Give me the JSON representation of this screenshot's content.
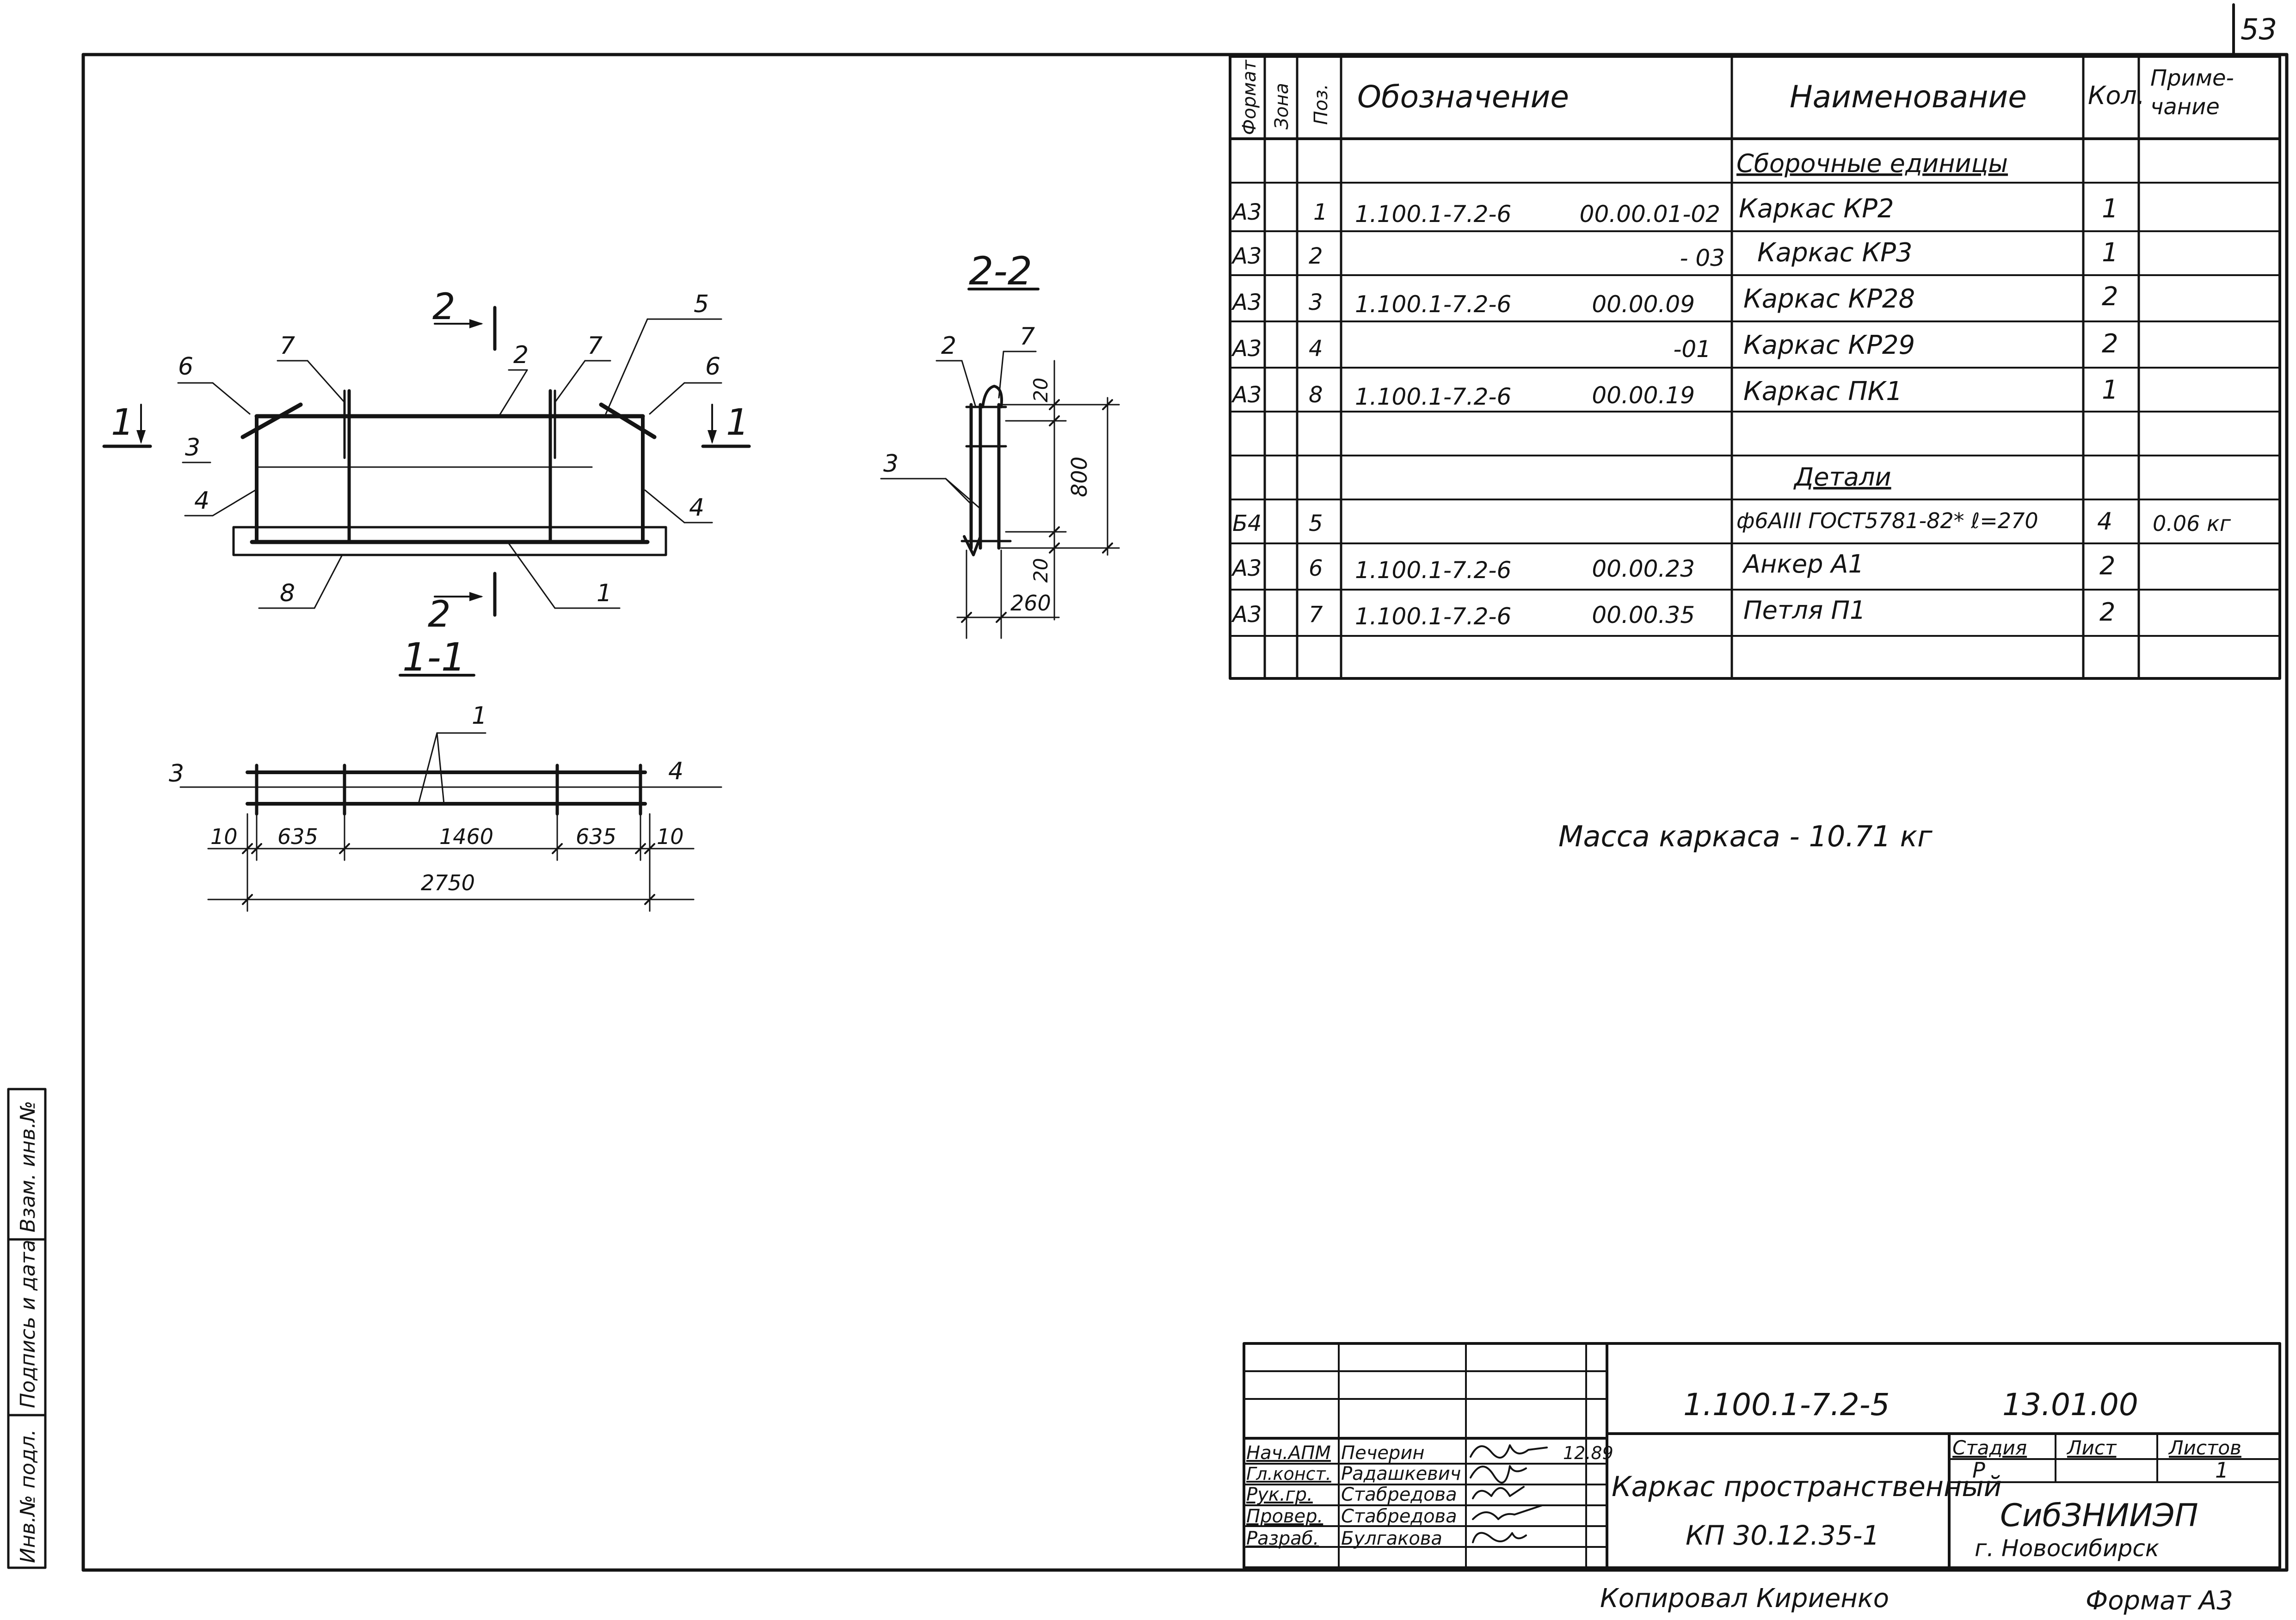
{
  "sheet": {
    "sheet_no": "53",
    "copied_by": "Копировал  Кириенко",
    "format_note": "Формат  А3"
  },
  "left_stamp": {
    "inv_podl": "Инв.№ подл.",
    "sign_date": "Подпись и дата",
    "vzam_inv": "Взам. инв.№"
  },
  "spec_table": {
    "headers": {
      "format": "Формат",
      "zone": "Зона",
      "pos": "Поз.",
      "designation": "Обозначение",
      "name": "Наименование",
      "qty": "Кол.",
      "note": "Приме-\nчание"
    },
    "sections": {
      "assembly": "Сборочные единицы",
      "details": "Детали"
    },
    "rows": [
      {
        "format": "А3",
        "pos": "1",
        "doc": "1.100.1-7.2-6",
        "code": "00.00.01-02",
        "name": "Каркас КР2",
        "qty": "1",
        "note": ""
      },
      {
        "format": "А3",
        "pos": "2",
        "doc": "",
        "code": "- 03",
        "name": "Каркас КР3",
        "qty": "1",
        "note": ""
      },
      {
        "format": "А3",
        "pos": "3",
        "doc": "1.100.1-7.2-6",
        "code": "00.00.09",
        "name": "Каркас КР28",
        "qty": "2",
        "note": ""
      },
      {
        "format": "А3",
        "pos": "4",
        "doc": "",
        "code": "-01",
        "name": "Каркас КР29",
        "qty": "2",
        "note": ""
      },
      {
        "format": "А3",
        "pos": "8",
        "doc": "1.100.1-7.2-6",
        "code": "00.00.19",
        "name": "Каркас ПК1",
        "qty": "1",
        "note": ""
      },
      {
        "format": "Б4",
        "pos": "5",
        "doc": "",
        "code": "",
        "name": "ф6АIII ГОСТ5781-82*  ℓ=270",
        "qty": "4",
        "note": "0.06 кг"
      },
      {
        "format": "А3",
        "pos": "6",
        "doc": "1.100.1-7.2-6",
        "code": "00.00.23",
        "name": "Анкер А1",
        "qty": "2",
        "note": ""
      },
      {
        "format": "А3",
        "pos": "7",
        "doc": "1.100.1-7.2-6",
        "code": "00.00.35",
        "name": "Петля П1",
        "qty": "2",
        "note": ""
      }
    ]
  },
  "mass_note": "Масса  каркаса  - 10.71 кг",
  "views": {
    "plan": {
      "labels": {
        "p6l": "6",
        "p7l": "7",
        "p2": "2",
        "p7r": "7",
        "p5": "5",
        "p6r": "6",
        "p3": "3",
        "p4l": "4",
        "p4r": "4",
        "p8": "8",
        "p1": "1"
      },
      "cut_11_left": "1",
      "cut_11_right": "1",
      "cut_22_top": "2",
      "cut_22_bottom": "2"
    },
    "section_11": {
      "title": "1-1",
      "labels": {
        "p1": "1",
        "p3": "3",
        "p4": "4"
      },
      "dims_top": [
        "10",
        "635",
        "1460",
        "635",
        "10"
      ],
      "dim_total": "2750"
    },
    "section_22": {
      "title": "2-2",
      "labels": {
        "p2": "2",
        "p7": "7",
        "p3": "3"
      },
      "dims": {
        "top": "20",
        "height": "800",
        "bottom": "20",
        "width": "260"
      }
    }
  },
  "title_block": {
    "doc_code": "1.100.1-7.2-5",
    "doc_suffix": "13.01.00",
    "title_line1": "Каркас  пространственный",
    "title_line2": "КП 30.12.35-1",
    "stage_label": "Стадия",
    "sheet_label": "Лист",
    "sheets_label": "Листов",
    "stage": "Р",
    "sheets": "1",
    "org_line1": "СибЗНИИЭП",
    "org_line2": "г. Новосибирск",
    "signatures": [
      {
        "role": "Нач.АПМ",
        "name": "Печерин",
        "date": "12.89"
      },
      {
        "role": "Гл.конст.",
        "name": "Радашкевич",
        "date": ""
      },
      {
        "role": "Рук.гр.",
        "name": "Стабредова",
        "date": ""
      },
      {
        "role": "Провер.",
        "name": "Стабредова",
        "date": ""
      },
      {
        "role": "Разраб.",
        "name": "Булгакова",
        "date": ""
      }
    ]
  }
}
